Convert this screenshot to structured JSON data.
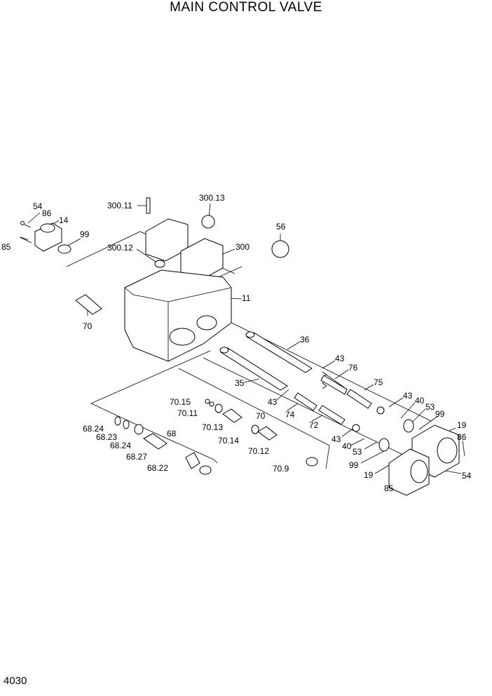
{
  "title": "MAIN CONTROL VALVE",
  "page_number": "4030",
  "labels": {
    "l54a": "54",
    "l86a": "86",
    "l14": "14",
    "l85a": "85",
    "l99a": "99",
    "l300_11": "300.11",
    "l300_13": "300.13",
    "l300_12": "300.12",
    "l300": "300",
    "l56": "56",
    "l11": "11",
    "l70a": "70",
    "l36": "36",
    "l43a": "43",
    "l76": "76",
    "l35": "35",
    "l75": "75",
    "l43b": "43",
    "l40a": "40",
    "l53a": "53",
    "l99b": "99",
    "l74": "74",
    "l72": "72",
    "l43c": "43",
    "l40b": "40",
    "l53b": "53",
    "l19a": "19",
    "l86b": "86",
    "l99c": "99",
    "l19b": "19",
    "l54b": "54",
    "l85b": "85",
    "l70_15": "70.15",
    "l70_11": "70.11",
    "l70_13": "70.13",
    "l70b": "70",
    "l70_14": "70.14",
    "l70_12": "70.12",
    "l70_9": "70.9",
    "l68_24a": "68.24",
    "l68_23": "68.23",
    "l68": "68",
    "l68_24b": "68.24",
    "l68_27": "68.27",
    "l68_22": "68.22"
  }
}
